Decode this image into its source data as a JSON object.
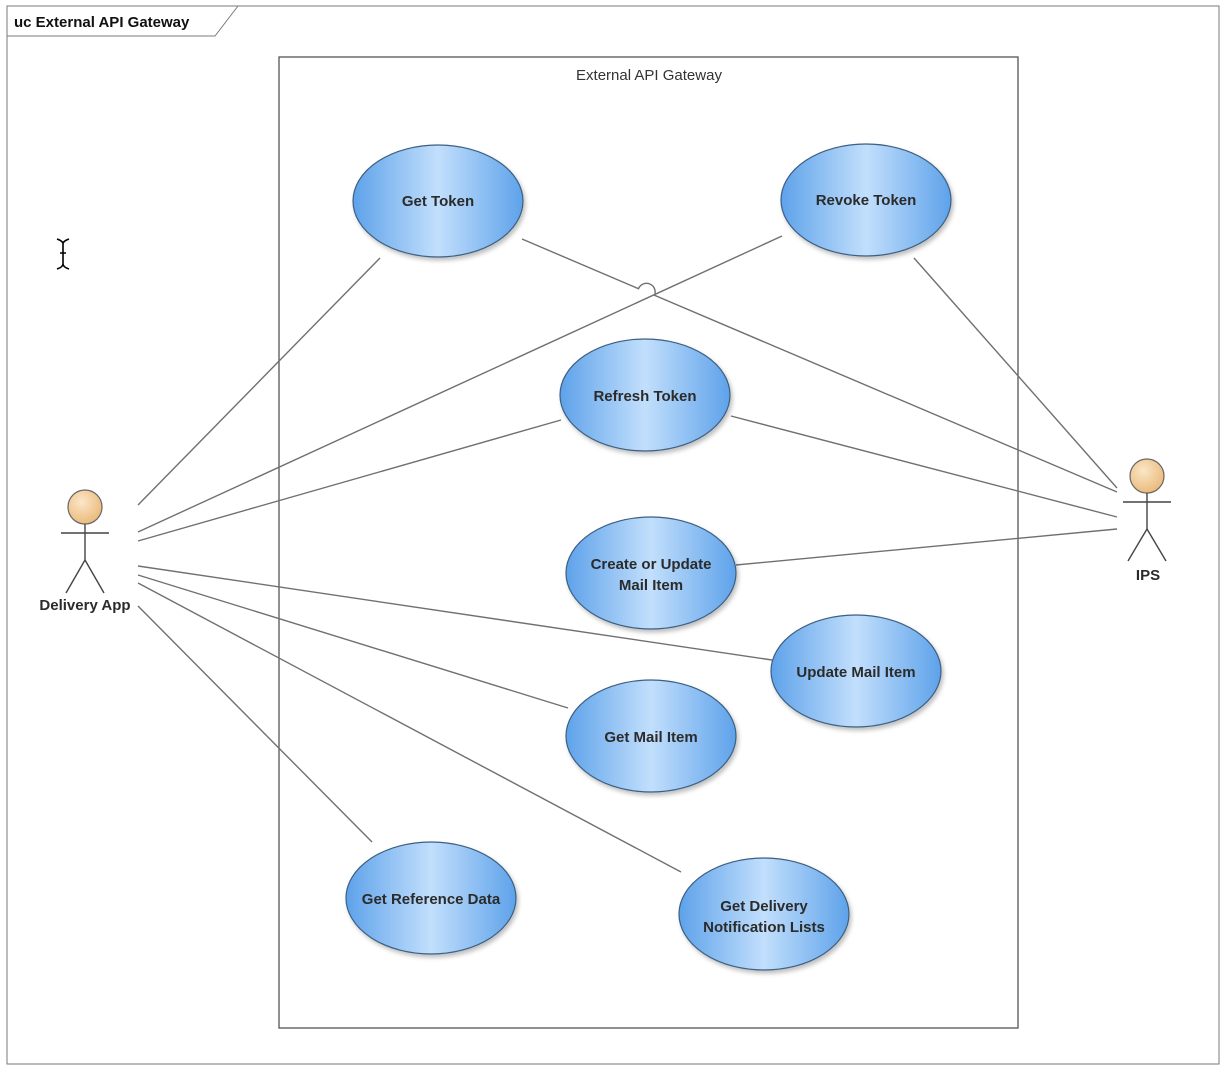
{
  "diagram": {
    "frame_title": "uc External API Gateway",
    "boundary_title": "External API Gateway"
  },
  "actors": {
    "delivery_app": "Delivery App",
    "ips": "IPS"
  },
  "use_cases": {
    "get_token": "Get Token",
    "revoke_token": "Revoke Token",
    "refresh_token": "Refresh Token",
    "create_update_line1": "Create or Update",
    "create_update_line2": "Mail Item",
    "update_mail_item": "Update Mail Item",
    "get_mail_item": "Get Mail Item",
    "get_reference_data": "Get Reference Data",
    "get_delivery_line1": "Get Delivery",
    "get_delivery_line2": "Notification Lists"
  },
  "colors": {
    "use_case_fill_dark": "#5fa3ec",
    "use_case_fill_light": "#c4e1fe",
    "actor_head": "#f2c994"
  }
}
